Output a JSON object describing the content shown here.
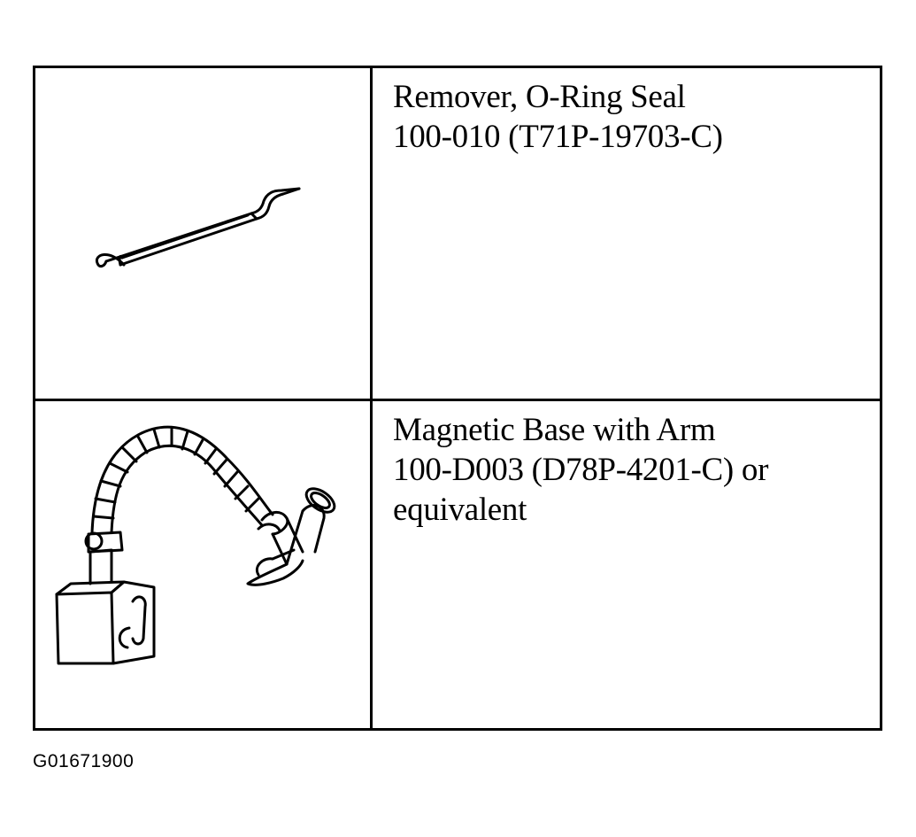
{
  "tools": [
    {
      "name": "Remover, O-Ring Seal",
      "part_number": "100-010 (T71P-19703-C)",
      "extra": "",
      "illustration": "o-ring-remover-icon"
    },
    {
      "name": "Magnetic Base with Arm",
      "part_number": "100-D003 (D78P-4201-C) or",
      "extra": "equivalent",
      "illustration": "magnetic-base-arm-icon"
    }
  ],
  "figure_id": "G01671900"
}
